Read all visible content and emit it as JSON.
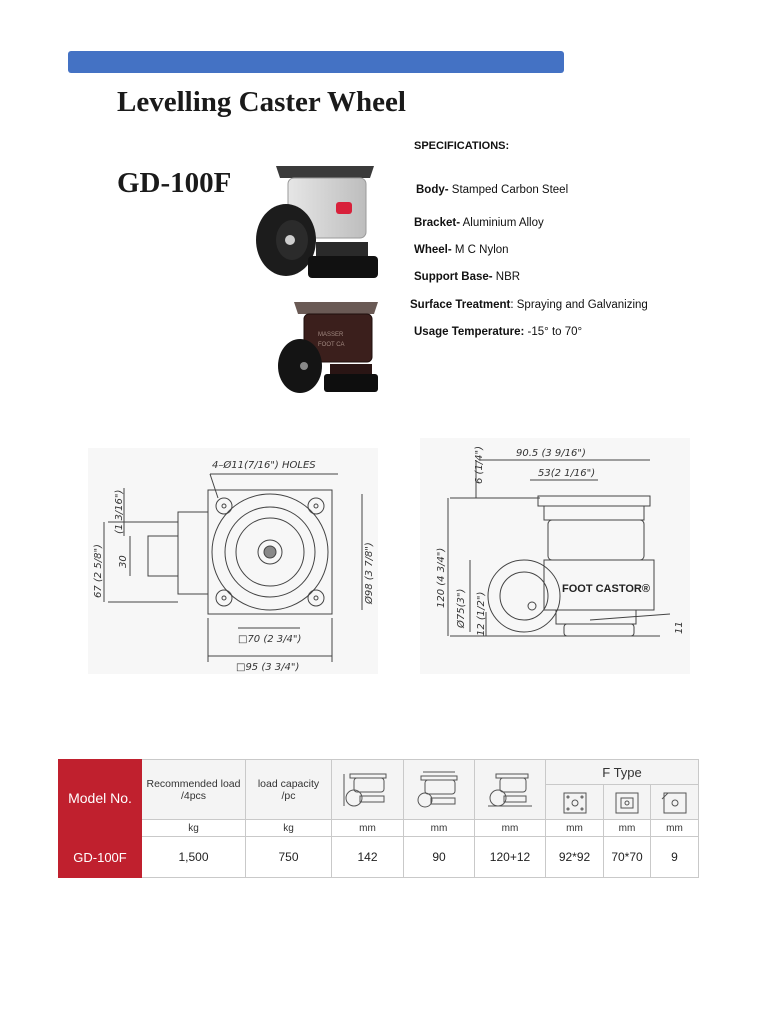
{
  "header": {
    "title": "Levelling Caster Wheel",
    "model": "GD-100F"
  },
  "specifications": {
    "heading": "SPECIFICATIONS:",
    "items": [
      {
        "label": "Body-",
        "value": " Stamped Carbon Steel"
      },
      {
        "label": "Bracket-",
        "value": " Aluminium Alloy"
      },
      {
        "label": "Wheel-",
        "value": " M C Nylon"
      },
      {
        "label": "Support Base-",
        "value": " NBR"
      },
      {
        "label": "Surface Treatment",
        "value": ": Spraying and Galvanizing"
      },
      {
        "label": "Usage Temperature:",
        "value": " -15° to 70°"
      }
    ]
  },
  "drawing_top": {
    "holes": "4–Ø11(7/16\") HOLES",
    "dim_67": "67 (2 5/8\")",
    "dim_30": "30",
    "dim_13_16": "(1 3/16\")",
    "dim_98": "Ø98 (3 7/8\")",
    "dim_70": "□70 (2 3/4\")",
    "dim_95": "□95 (3 3/4\")"
  },
  "drawing_side": {
    "dim_90": "90.5 (3 9/16\")",
    "dim_53": "53(2 1/16\")",
    "dim_6": "6 (1/4\")",
    "dim_120": "120 (4 3/4\")",
    "dim_75": "Ø75(3\")",
    "dim_12": "12 (1/2\")",
    "dim_11": "11",
    "brand": "FOOT CASTOR®"
  },
  "table": {
    "model_header": "Model No.",
    "col_load_recommended": "Recommended load\n/4pcs",
    "col_load_capacity": "load capacity\n/pc",
    "f_type": "F Type",
    "units": [
      "kg",
      "kg",
      "mm",
      "mm",
      "mm",
      "mm",
      "mm",
      "mm"
    ],
    "row": {
      "model": "GD-100F",
      "values": [
        "1,500",
        "750",
        "142",
        "90",
        "120+12",
        "92*92",
        "70*70",
        "9"
      ]
    }
  },
  "colors": {
    "top_bar": "#4472c4",
    "table_model_cell": "#c0202e"
  }
}
